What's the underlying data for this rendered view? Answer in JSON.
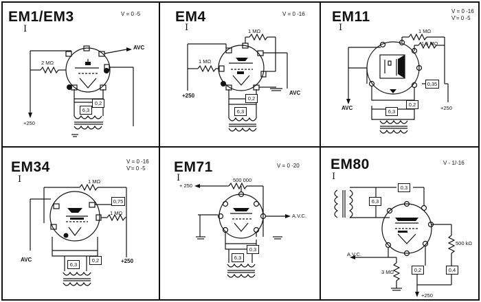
{
  "panels": [
    {
      "name": "EM1/EM3",
      "roman": "I",
      "voltage": "V = 0 -5",
      "labels": {
        "resistor": "2 MΩ",
        "avc": "AVC",
        "heater": "6,3",
        "current": "0,2",
        "supply": "+250"
      }
    },
    {
      "name": "EM4",
      "roman": "I",
      "voltage": "V = 0 -16",
      "labels": {
        "r1": "1 MΩ",
        "r2": "1 MΩ",
        "supply": "+250",
        "avc": "AVC",
        "heater": "6,3",
        "current": "0,2"
      }
    },
    {
      "name": "EM11",
      "roman": "I",
      "voltage1": "V = 0 -16",
      "voltage2": "V'= 0 -5",
      "labels": {
        "r1": "1 MΩ",
        "r2": "1,5 MΩ",
        "box": "0,35",
        "avc": "AVC",
        "heater": "6,3",
        "current": "0,2",
        "supply": "+250"
      }
    },
    {
      "name": "EM34",
      "roman": "I",
      "voltage1": "V = 0 -16",
      "voltage2": "V'= 0 -5",
      "labels": {
        "r1": "1 MΩ",
        "r2": "1 MΩ",
        "box": "0,75",
        "avc": "AVC",
        "supply": "+250",
        "heater": "6,3",
        "current": "0,2"
      }
    },
    {
      "name": "EM71",
      "roman": "I",
      "voltage": "V = 0   -20",
      "labels": {
        "supply": "+ 250",
        "r1": "500 000",
        "avc": "A.V.C.",
        "current": "0,3",
        "heater": "6,3"
      }
    },
    {
      "name": "EM80",
      "roman": "I",
      "voltage": "V - 1/-16",
      "labels": {
        "box_top": "0,3",
        "heater": "6,3",
        "r_right": "500 kΩ",
        "avc": "A.V.C.",
        "r_left": "3 MΩ",
        "box_a": "0,2",
        "box_b": "0,4",
        "supply": "+250"
      }
    }
  ]
}
